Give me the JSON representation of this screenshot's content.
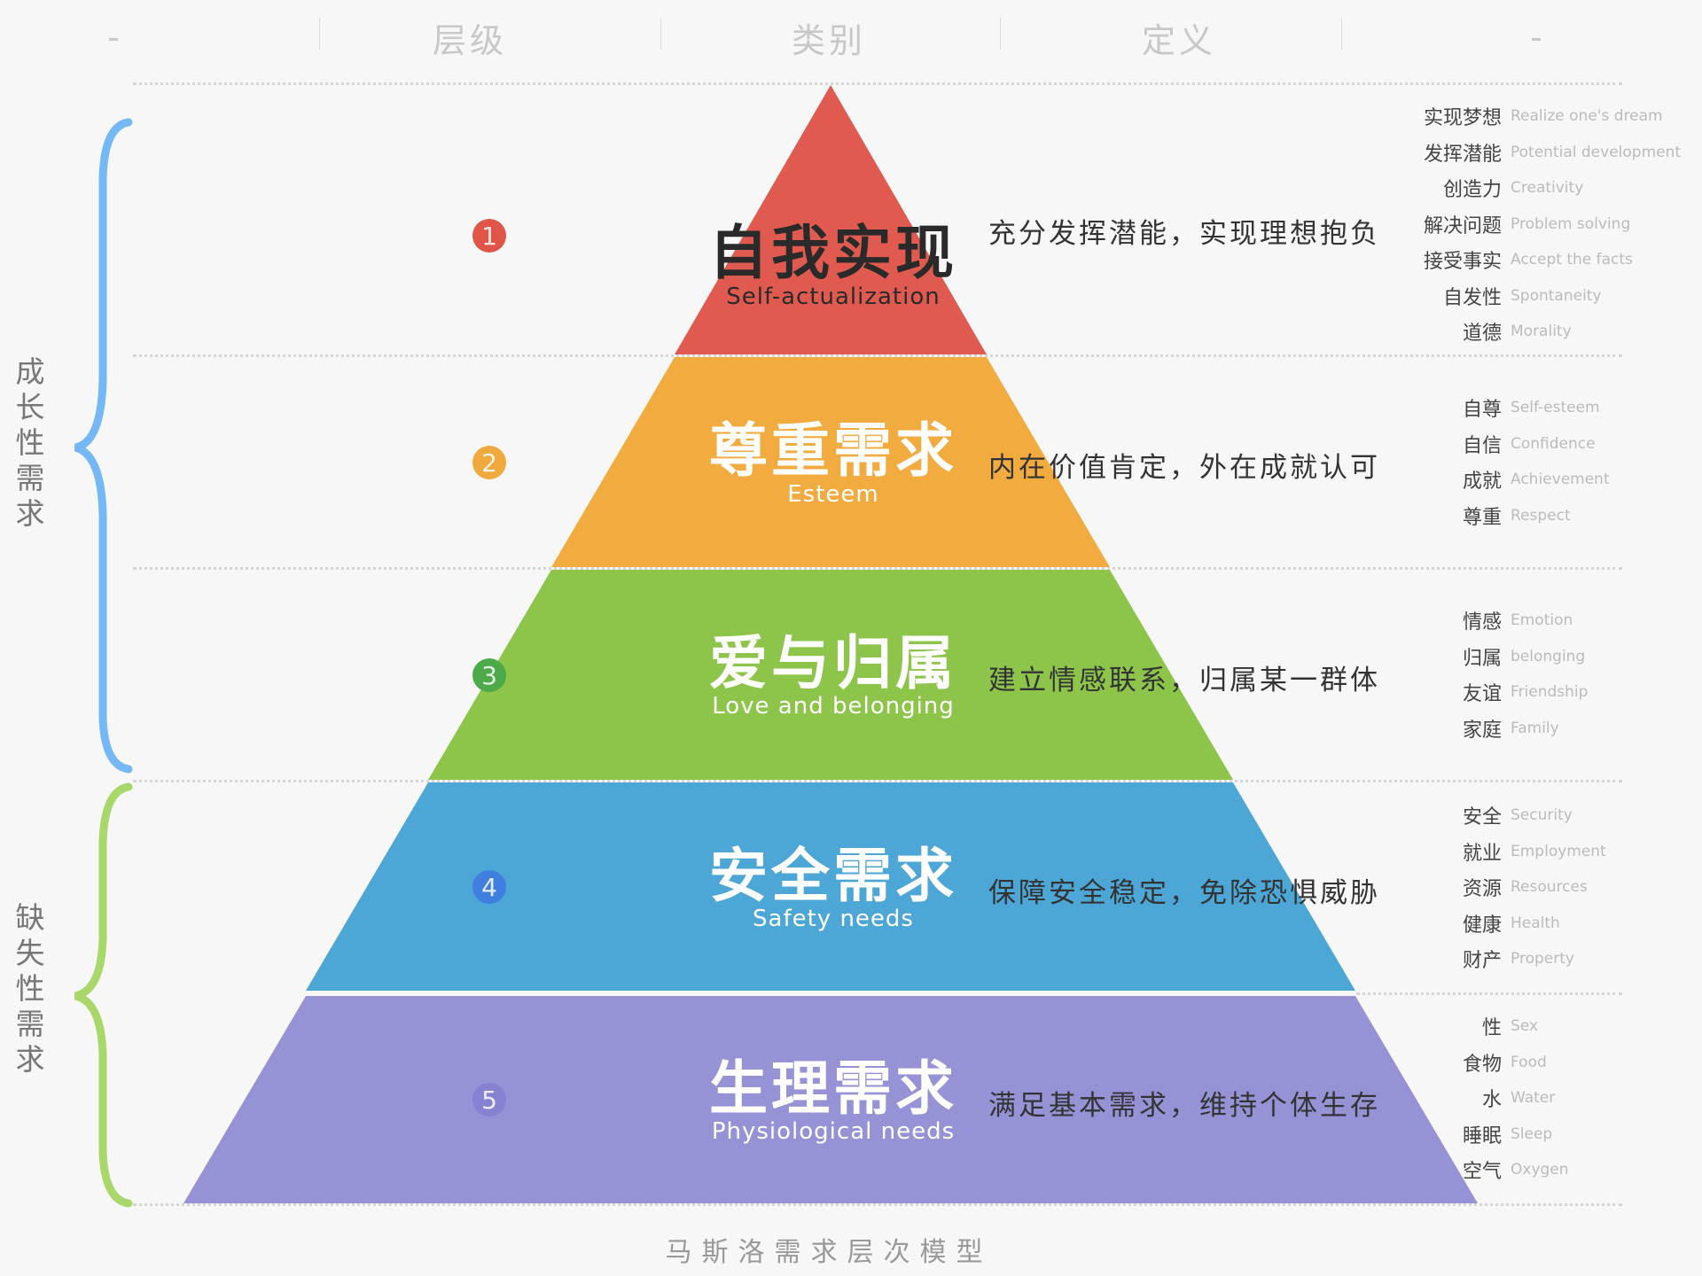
{
  "header": {
    "columns": [
      "-",
      "层级",
      "类别",
      "定义",
      "-"
    ]
  },
  "groups": [
    {
      "label": "成\n长\n性\n需\n求",
      "chars": [
        "成",
        "长",
        "性",
        "需",
        "求"
      ],
      "color": "#74b8f5",
      "levels": [
        1,
        2,
        3
      ]
    },
    {
      "label": "缺\n失\n性\n需\n求",
      "chars": [
        "缺",
        "失",
        "性",
        "需",
        "求"
      ],
      "color": "#a8d86a",
      "levels": [
        4,
        5
      ]
    }
  ],
  "levels": [
    {
      "number": "1",
      "badge_color": "#e05548",
      "fill": "#e05a50",
      "title_zh": "自我实现",
      "title_en": "Self-actualization",
      "title_color": "#2a2a2a",
      "definition": "充分发挥潜能，实现理想抱负",
      "keywords": [
        {
          "zh": "实现梦想",
          "en": "Realize one's dream"
        },
        {
          "zh": "发挥潜能",
          "en": "Potential development"
        },
        {
          "zh": "创造力",
          "en": "Creativity"
        },
        {
          "zh": "解决问题",
          "en": "Problem solving"
        },
        {
          "zh": "接受事实",
          "en": "Accept the facts"
        },
        {
          "zh": "自发性",
          "en": "Spontaneity"
        },
        {
          "zh": "道德",
          "en": "Morality"
        }
      ]
    },
    {
      "number": "2",
      "badge_color": "#f0a93c",
      "fill": "#f1ab3e",
      "title_zh": "尊重需求",
      "title_en": "Esteem",
      "title_color": "#ffffff",
      "definition": "内在价值肯定，外在成就认可",
      "keywords": [
        {
          "zh": "自尊",
          "en": "Self-esteem"
        },
        {
          "zh": "自信",
          "en": "Confidence"
        },
        {
          "zh": "成就",
          "en": "Achievement"
        },
        {
          "zh": "尊重",
          "en": "Respect"
        }
      ]
    },
    {
      "number": "3",
      "badge_color": "#4caa4a",
      "fill": "#8dc54b",
      "title_zh": "爱与归属",
      "title_en": "Love and belonging",
      "title_color": "#ffffff",
      "definition": "建立情感联系，归属某一群体",
      "keywords": [
        {
          "zh": "情感",
          "en": "Emotion"
        },
        {
          "zh": "归属",
          "en": "belonging"
        },
        {
          "zh": "友谊",
          "en": "Friendship"
        },
        {
          "zh": "家庭",
          "en": "Family"
        }
      ]
    },
    {
      "number": "4",
      "badge_color": "#3f7fe0",
      "fill": "#4ca6d6",
      "title_zh": "安全需求",
      "title_en": "Safety needs",
      "title_color": "#ffffff",
      "definition": "保障安全稳定，免除恐惧威胁",
      "keywords": [
        {
          "zh": "安全",
          "en": "Security"
        },
        {
          "zh": "就业",
          "en": "Employment"
        },
        {
          "zh": "资源",
          "en": "Resources"
        },
        {
          "zh": "健康",
          "en": "Health"
        },
        {
          "zh": "财产",
          "en": "Property"
        }
      ]
    },
    {
      "number": "5",
      "badge_color": "#8682d2",
      "fill": "#9592d6",
      "title_zh": "生理需求",
      "title_en": "Physiological needs",
      "title_color": "#ffffff",
      "definition": "满足基本需求，维持个体生存",
      "keywords": [
        {
          "zh": "性",
          "en": "Sex"
        },
        {
          "zh": "食物",
          "en": "Food"
        },
        {
          "zh": "水",
          "en": "Water"
        },
        {
          "zh": "睡眠",
          "en": "Sleep"
        },
        {
          "zh": "空气",
          "en": "Oxygen"
        }
      ]
    }
  ],
  "caption": "马斯洛需求层次模型"
}
